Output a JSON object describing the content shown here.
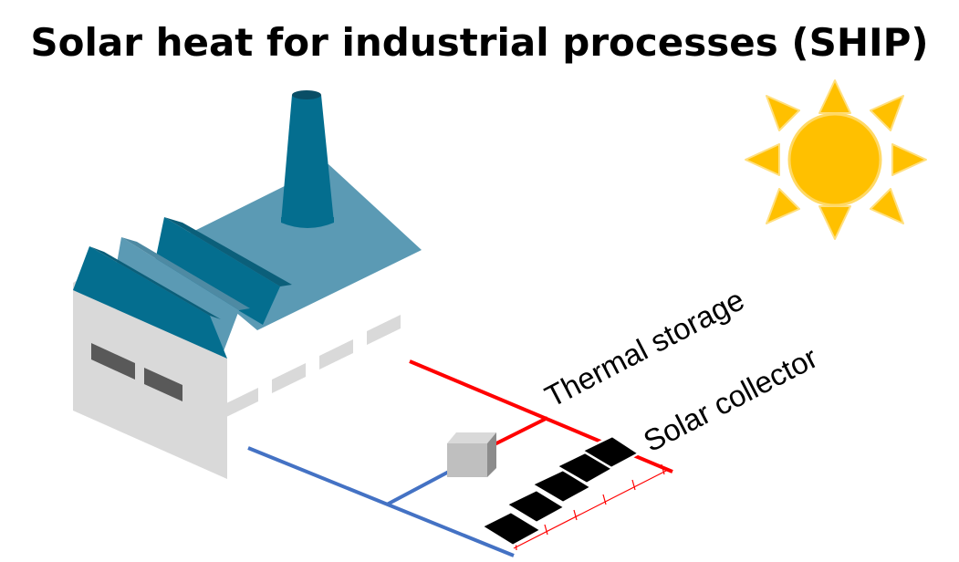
{
  "title": "Solar heat for industrial processes (SHIP)",
  "labels": {
    "thermal_storage": "Thermal storage",
    "solar_collector": "Solar collector"
  },
  "colors": {
    "hot_pipe": "#ff0000",
    "cold_pipe": "#4472c4",
    "roof_dark": "#046e8f",
    "roof_light": "#5b9ab4",
    "wall_front": "#d9d9d9",
    "wall_side": "#ffffff",
    "sun": "#ffc000",
    "collector_panel": "#000000",
    "storage_box": "#bfbfbf"
  },
  "icons": [
    "factory-icon",
    "sun-icon",
    "thermal-storage-icon",
    "solar-collector-icon"
  ]
}
